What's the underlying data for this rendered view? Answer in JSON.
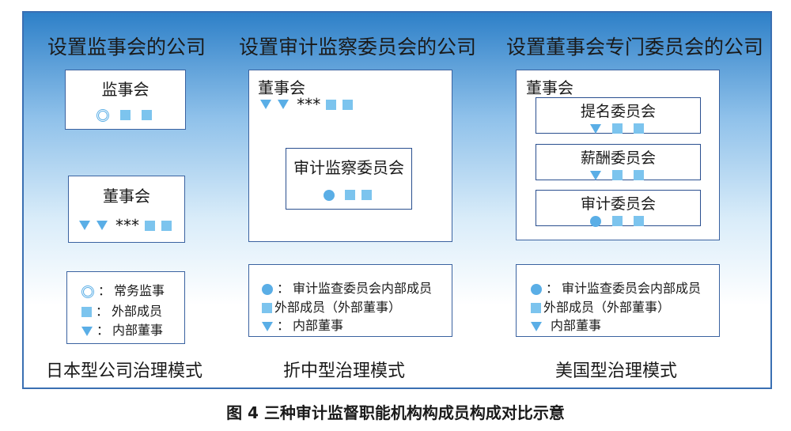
{
  "columns": {
    "japan": {
      "header": "设置监事会的公司",
      "box1": "监事会",
      "box2": "董事会",
      "footer": "日本型公司治理模式"
    },
    "mixed": {
      "header": "设置审计监察委员会的公司",
      "board": "董事会",
      "committee": "审计监察委员会",
      "footer": "折中型治理模式"
    },
    "usa": {
      "header": "设置董事会专门委员会的公司",
      "board": "董事会",
      "committees": [
        "提名委员会",
        "薪酬委员会",
        "审计委员会"
      ],
      "footer": "美国型治理模式"
    }
  },
  "stars": "***",
  "legend_japan": [
    {
      "icon": "ring",
      "label": "常务监事"
    },
    {
      "icon": "square",
      "label": "外部成员"
    },
    {
      "icon": "triangle",
      "label": "内部董事"
    }
  ],
  "legend_other": [
    {
      "icon": "dot",
      "label": "审计监查委员会内部成员"
    },
    {
      "icon": "square",
      "label": "外部成员（外部董事）"
    },
    {
      "icon": "triangle",
      "label": "内部董事"
    }
  ],
  "colon": "：",
  "caption": "图 4  三种审计监督职能机构构成员构成对比示意",
  "colors": {
    "frame": "#3a6fb2",
    "marker": "#5aaee6",
    "square": "#7cc4ee"
  }
}
